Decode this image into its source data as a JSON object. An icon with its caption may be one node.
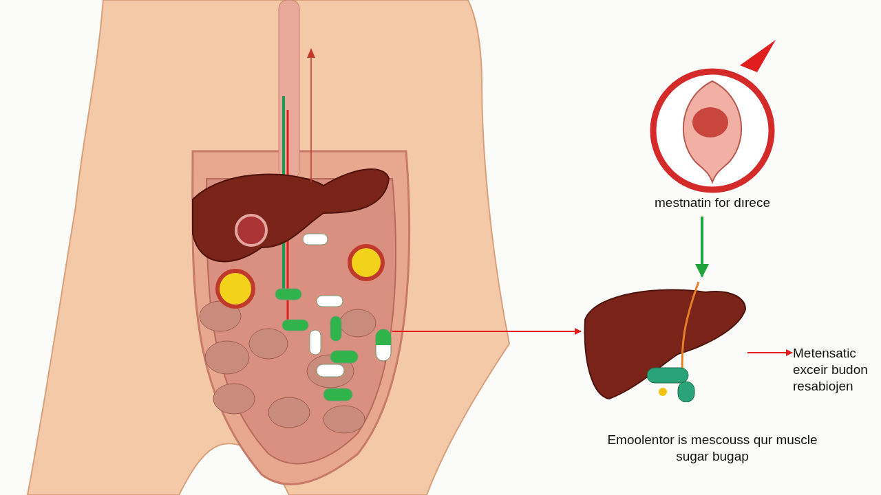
{
  "diagram": {
    "nodes": [
      {
        "text": [],
        "shape": "picture"
      },
      {
        "text": [
          "mestnatin for dırece"
        ]
      },
      {
        "text": [],
        "shape": "picture"
      },
      {
        "text": [
          "Metensatic exceir budon resabiojen"
        ]
      }
    ],
    "edges": [
      {
        "from": 0,
        "to": 2,
        "arrow": "to"
      },
      {
        "from": 1,
        "to": 2,
        "arrow": "to",
        "color": "#1fa33a",
        "style": "thick"
      },
      {
        "from": 2,
        "to": 3,
        "arrow": "to"
      }
    ],
    "labels": [
      "Emoolentor is mescouss qur muscle sugar bugap"
    ]
  }
}
